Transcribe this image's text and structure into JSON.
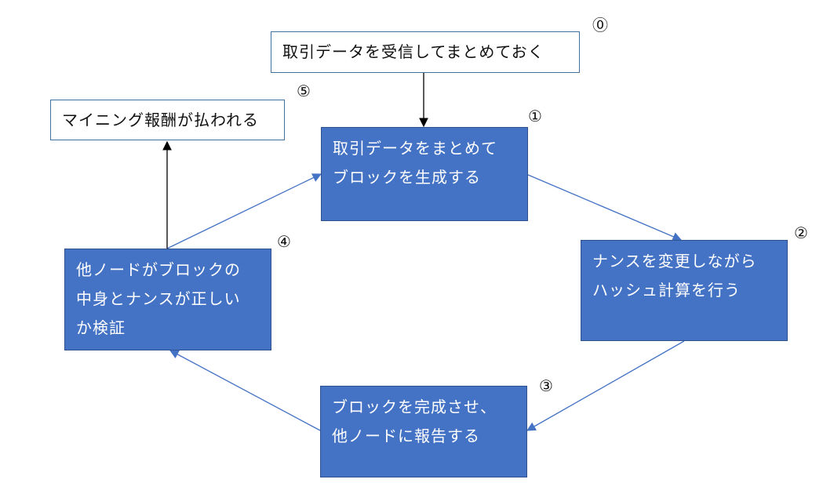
{
  "diagram": {
    "colors": {
      "box_fill": "#4472c4",
      "box_border": "#2f528f",
      "cycle_arrow": "#4472c4",
      "side_arrow": "#000000",
      "note_border": "#41719c"
    },
    "step0": {
      "number": "⓪",
      "label": "取引データを受信してまとめておく"
    },
    "step1": {
      "number": "①",
      "lines": [
        "取引データをまとめて",
        "ブロックを生成する"
      ]
    },
    "step2": {
      "number": "②",
      "lines": [
        "ナンスを変更しながら",
        "ハッシュ計算を行う"
      ]
    },
    "step3": {
      "number": "③",
      "lines": [
        "ブロックを完成させ、",
        "他ノードに報告する"
      ]
    },
    "step4": {
      "number": "④",
      "lines": [
        "他ノードがブロックの",
        "中身とナンスが正しい",
        "か検証"
      ]
    },
    "step5": {
      "number": "⑤",
      "label": "マイニング報酬が払われる"
    }
  }
}
